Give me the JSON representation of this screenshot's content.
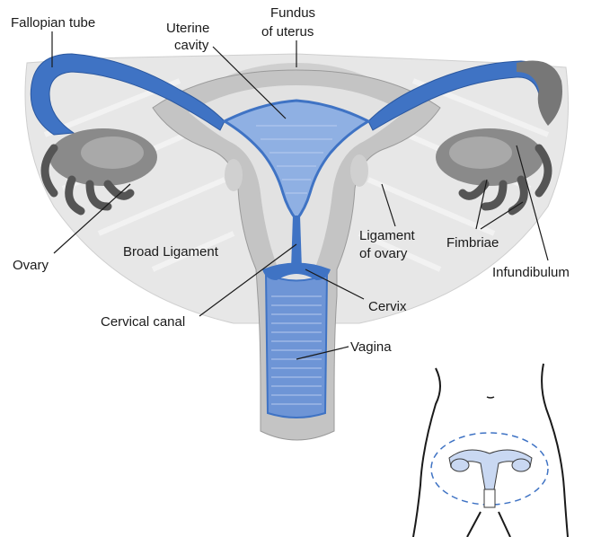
{
  "labels": {
    "fallopian_tube": "Fallopian tube",
    "uterine_cavity_l1": "Uterine",
    "uterine_cavity_l2": "cavity",
    "fundus_l1": "Fundus",
    "fundus_l2": "of uterus",
    "ovary": "Ovary",
    "broad_ligament": "Broad Ligament",
    "ligament_ovary_l1": "Ligament",
    "ligament_ovary_l2": "of ovary",
    "fimbriae": "Fimbriae",
    "infundibulum": "Infundibulum",
    "cervix": "Cervix",
    "cervical_canal": "Cervical canal",
    "vagina": "Vagina"
  },
  "colors": {
    "blue": "#3f73c4",
    "blue_light": "#8fb0e3",
    "gray_dark": "#6b6b6b",
    "gray_mid": "#a9a9a9",
    "gray_light": "#d6d6d6",
    "ligament_fill": "#e6e6e6",
    "outline": "#1a1a1a"
  }
}
